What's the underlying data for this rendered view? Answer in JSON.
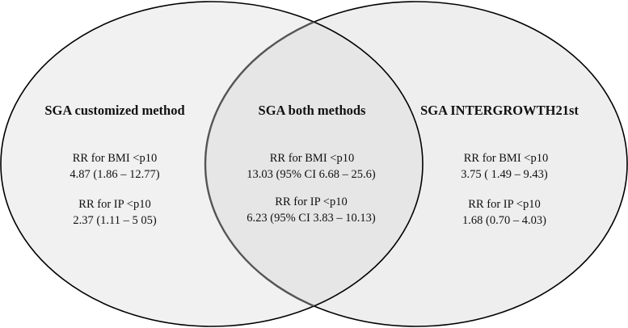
{
  "colors": {
    "fill_left": "#f1f1f1",
    "fill_right": "#eeeeee",
    "fill_overlap": "#e6e6e6",
    "outline": "#000000",
    "outline_overlap": "#555555"
  },
  "left": {
    "heading": "SGA customized method",
    "bmi_label": "RR for BMI <p10",
    "bmi_value": "4.87 (1.86 – 12.77)",
    "ip_label": "RR for IP <p10",
    "ip_value": "2.37 (1.11 – 5 05)"
  },
  "center": {
    "heading": "SGA both methods",
    "bmi_label": "RR for BMI <p10",
    "bmi_value": "13.03  (95% CI 6.68 – 25.6)",
    "ip_label": "RR for IP <p10",
    "ip_value": "6.23 (95% CI 3.83 – 10.13)"
  },
  "right": {
    "heading": "SGA INTERGROWTH21st",
    "bmi_label": "RR for BMI <p10",
    "bmi_value": "3.75 ( 1.49 – 9.43)",
    "ip_label": "RR for IP <p10",
    "ip_value": "1.68 (0.70 – 4.03)"
  }
}
